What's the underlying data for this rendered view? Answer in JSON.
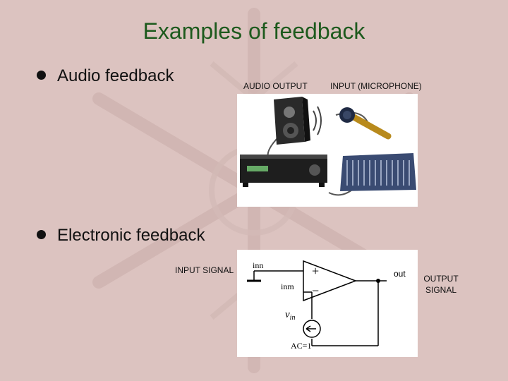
{
  "slide": {
    "title": "Examples of feedback",
    "bullets": [
      "Audio feedback",
      "Electronic feedback"
    ]
  },
  "audio_figure": {
    "output_label": "AUDIO OUTPUT",
    "input_label": "INPUT (MICROPHONE)"
  },
  "circuit_figure": {
    "input_signal_label": "INPUT SIGNAL",
    "output_signal_label": "OUTPUT SIGNAL",
    "in_plus": "inn",
    "in_minus": "inm",
    "plus_sign": "+",
    "minus_sign": "−",
    "out_label": "out",
    "source_label_v": "v",
    "source_label_sub": "in",
    "source_ac": "AC=1"
  },
  "colors": {
    "title": "#1d5a1d",
    "background": "#dcc3c0"
  }
}
